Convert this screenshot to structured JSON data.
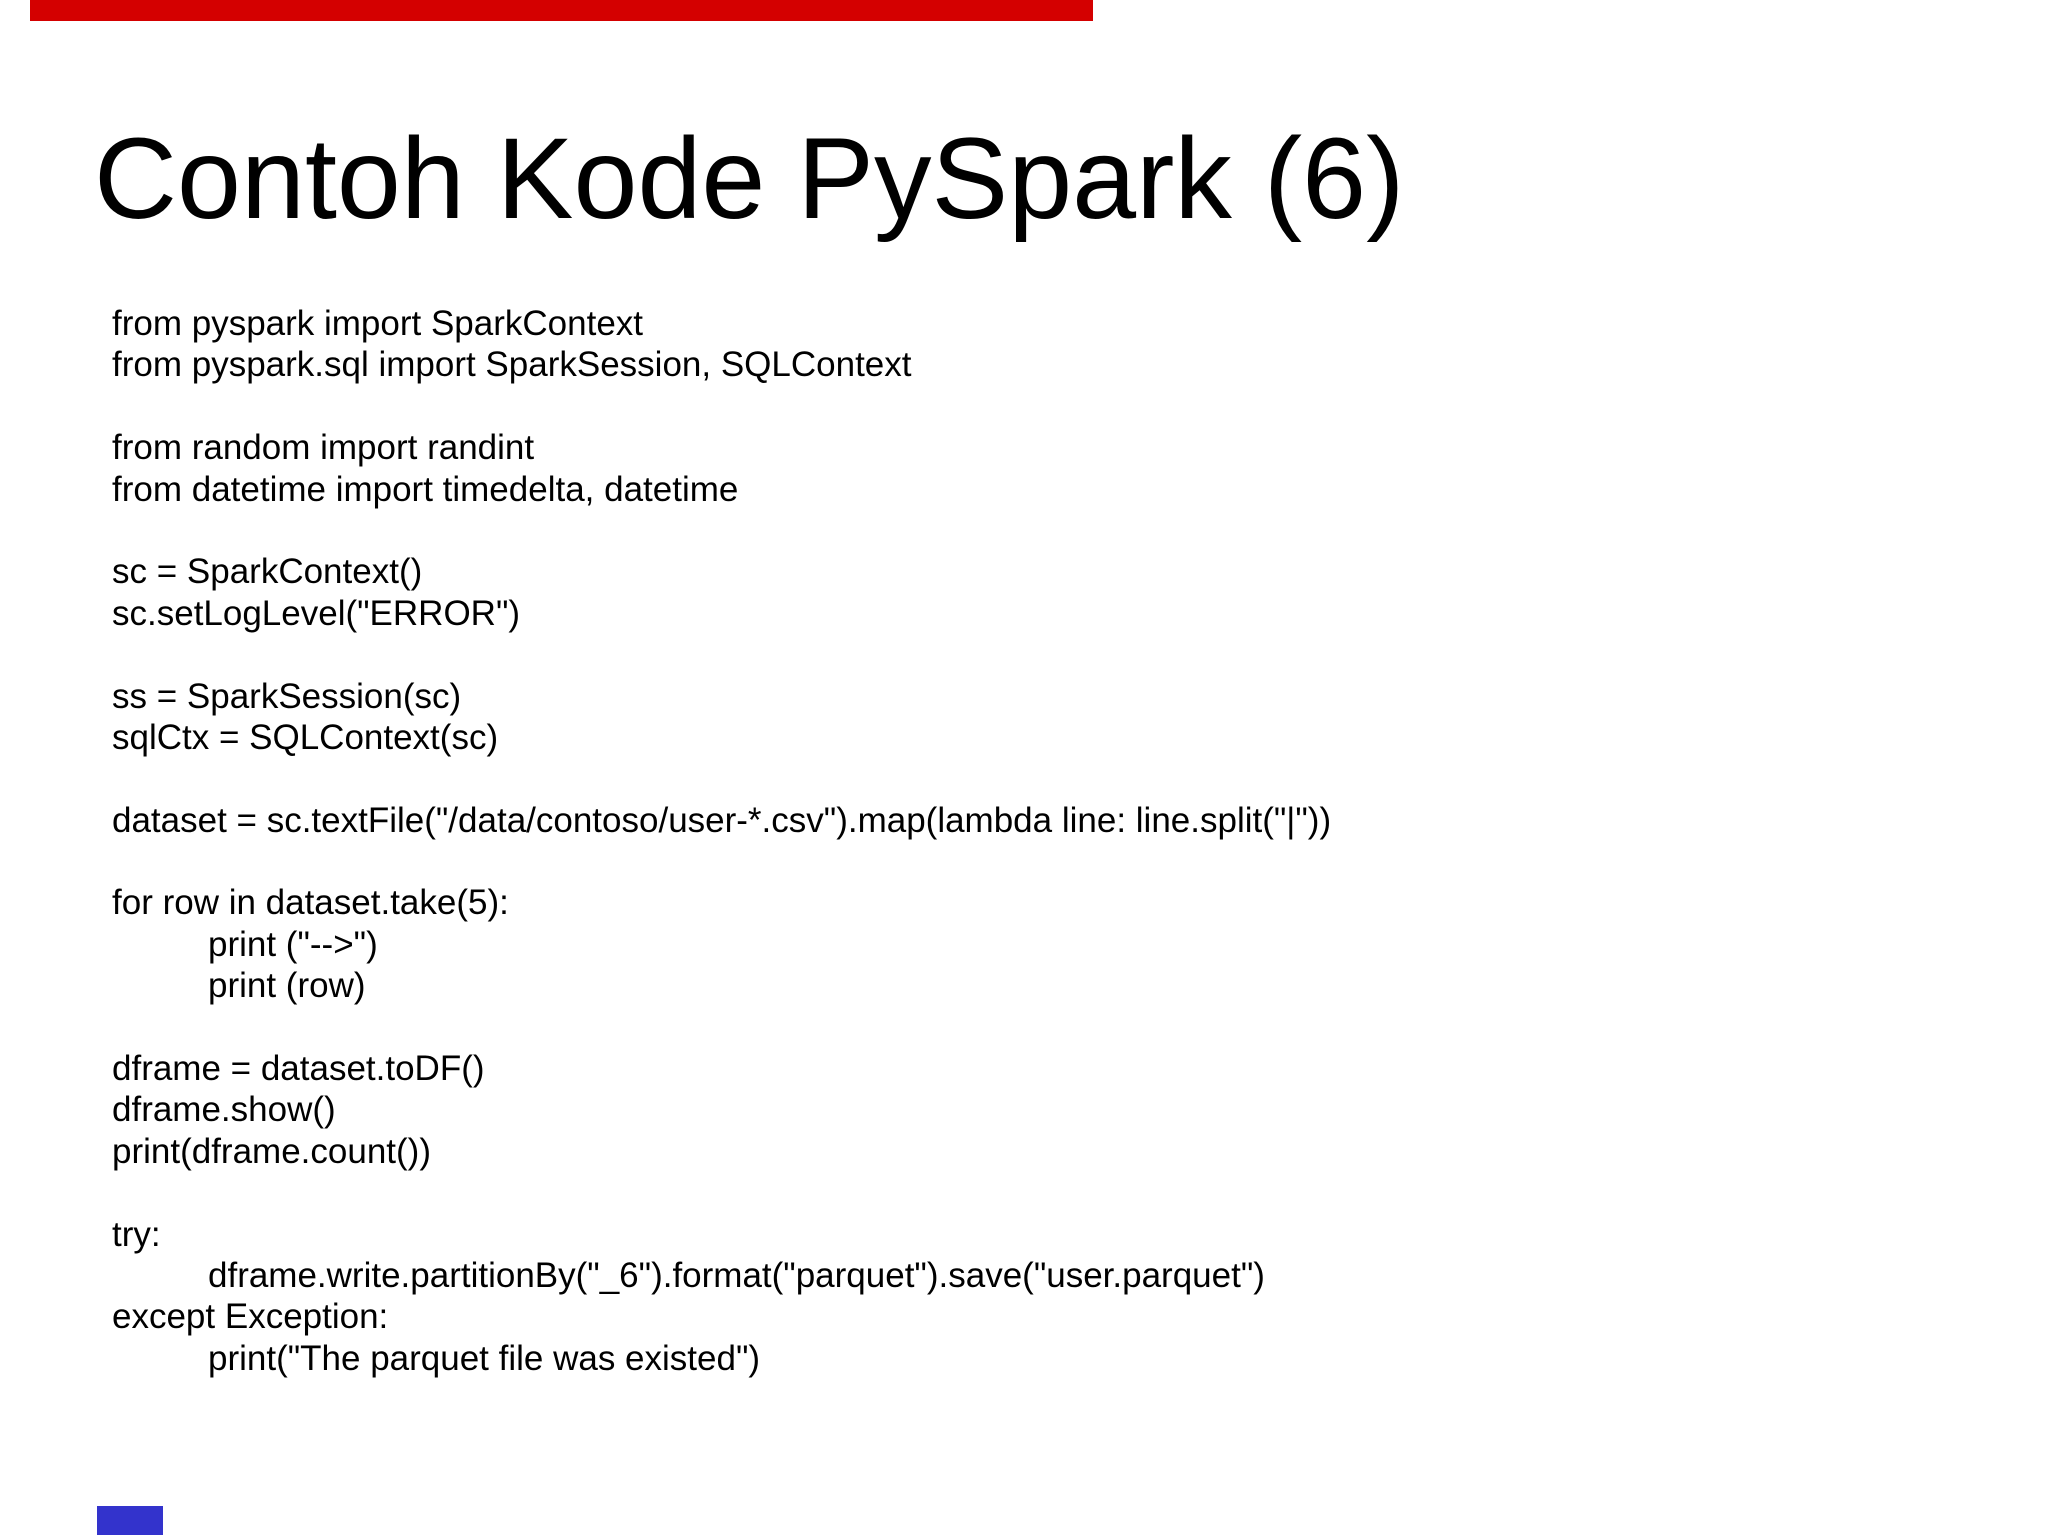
{
  "title": "Contoh Kode PySpark (6)",
  "decorations": {
    "top_bar": {
      "color": "#d40000"
    },
    "bottom_bar": {
      "color": "#3333cc"
    }
  },
  "code": {
    "lines": [
      {
        "text": "from pyspark import SparkContext",
        "indent": 0
      },
      {
        "text": "from pyspark.sql import SparkSession, SQLContext",
        "indent": 0
      },
      {
        "text": "",
        "indent": 0
      },
      {
        "text": "from random import randint",
        "indent": 0
      },
      {
        "text": "from datetime import timedelta, datetime",
        "indent": 0
      },
      {
        "text": "",
        "indent": 0
      },
      {
        "text": "sc = SparkContext()",
        "indent": 0
      },
      {
        "text": "sc.setLogLevel(\"ERROR\")",
        "indent": 0
      },
      {
        "text": "",
        "indent": 0
      },
      {
        "text": "ss = SparkSession(sc)",
        "indent": 0
      },
      {
        "text": "sqlCtx = SQLContext(sc)",
        "indent": 0
      },
      {
        "text": "",
        "indent": 0
      },
      {
        "text": "dataset = sc.textFile(\"/data/contoso/user-*.csv\").map(lambda line: line.split(\"|\"))",
        "indent": 0
      },
      {
        "text": "",
        "indent": 0
      },
      {
        "text": "for row in dataset.take(5):",
        "indent": 0
      },
      {
        "text": "print (\"-->\")",
        "indent": 1
      },
      {
        "text": "print (row)",
        "indent": 1
      },
      {
        "text": "",
        "indent": 0
      },
      {
        "text": "dframe = dataset.toDF()",
        "indent": 0
      },
      {
        "text": "dframe.show()",
        "indent": 0
      },
      {
        "text": "print(dframe.count())",
        "indent": 0
      },
      {
        "text": "",
        "indent": 0
      },
      {
        "text": "try:",
        "indent": 0
      },
      {
        "text": "dframe.write.partitionBy(\"_6\").format(\"parquet\").save(\"user.parquet\")",
        "indent": 1
      },
      {
        "text": "except Exception:",
        "indent": 0
      },
      {
        "text": "print(\"The parquet file was existed\")",
        "indent": 1
      }
    ]
  }
}
